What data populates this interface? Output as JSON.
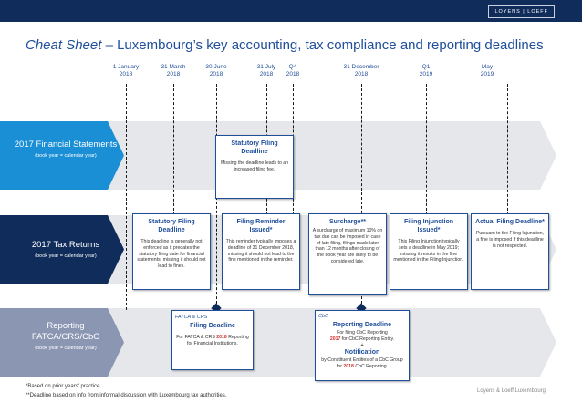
{
  "logo": "LOYENS | LOEFF",
  "title": {
    "italic": "Cheat Sheet",
    "rest": " – Luxembourg’s key accounting, tax compliance and reporting deadlines"
  },
  "timeline": [
    {
      "line1": "1 January",
      "line2": "2018"
    },
    {
      "line1": "31 March",
      "line2": "2018"
    },
    {
      "line1": "30 June",
      "line2": "2018"
    },
    {
      "line1": "31 July",
      "line2": "2018"
    },
    {
      "line1": "Q4",
      "line2": "2018"
    },
    {
      "line1": "31 December",
      "line2": "2018"
    },
    {
      "line1": "Q1",
      "line2": "2019"
    },
    {
      "line1": "May",
      "line2": "2019"
    }
  ],
  "rows": [
    {
      "title": "2017 Financial Statements",
      "subtitle": "(book year = calendar year)"
    },
    {
      "title": "2017 Tax Returns",
      "subtitle": "(book year = calendar year)"
    },
    {
      "title": "Reporting FATCA/CRS/CbC",
      "subtitle": "(book year = calendar year)"
    }
  ],
  "cards": {
    "fs_filing": {
      "title": "Statutory Filing Deadline",
      "body": "Missing the deadline leads to an increased filing fee."
    },
    "tax_statutory": {
      "title": "Statutory Filing Deadline",
      "body": "This deadline is generally not enforced as it predates the statutory filing date for financial statements; missing it should not lead to fines."
    },
    "tax_reminder": {
      "title": "Filing Reminder Issued*",
      "body": "This reminder typically imposes a deadline of 31 December 2018, missing it should not lead to the fine mentioned in the reminder."
    },
    "tax_surcharge": {
      "title": "Surcharge**",
      "body": "A surcharge of maximum 10% on tax due can be imposed in case of late filing, filings made later than 12 months after closing of the book year are likely to be considered late."
    },
    "tax_injunction": {
      "title": "Filing Injunction Issued*",
      "body": "This Filing Injunction typically sets a deadline in May 2019; missing it results in the fine mentioned in the Filing Injunction."
    },
    "tax_actual": {
      "title": "Actual Filing Deadline*",
      "body": "Pursuant to the Filing Injunction, a fine is imposed if this deadline is not respected."
    },
    "fatca": {
      "tag": "FATCA & CRS",
      "title": "Filing Deadline",
      "body_a": "For FATCA & CRS ",
      "body_year": "2018",
      "body_b": " Reporting for Financial Institutions."
    },
    "cbc": {
      "tag": "CbC",
      "title": "Reporting Deadline",
      "line1": "For filing CbC Reporting",
      "year_a": "2017",
      "line2": " for CbC Reporting Entity.",
      "plus": "+",
      "title2": "Notification",
      "line3": "by Constituent Entities of a CbC Group for ",
      "year_b": "2018",
      "line4": " CbC Reporting."
    }
  },
  "footnotes": {
    "one": "*Based on prior years' practice.",
    "two": "**Deadline based on info from informal discussion with Luxembourg tax authorities."
  },
  "footer_right": "Loyens & Loeff Luxembourg",
  "colors": {
    "navy": "#0f2c5a",
    "blue_text": "#1f4e9a",
    "row1": "#1a8fd6",
    "row2": "#0f2c5a",
    "row3": "#8b96b3",
    "track": "#e6e7ea"
  }
}
